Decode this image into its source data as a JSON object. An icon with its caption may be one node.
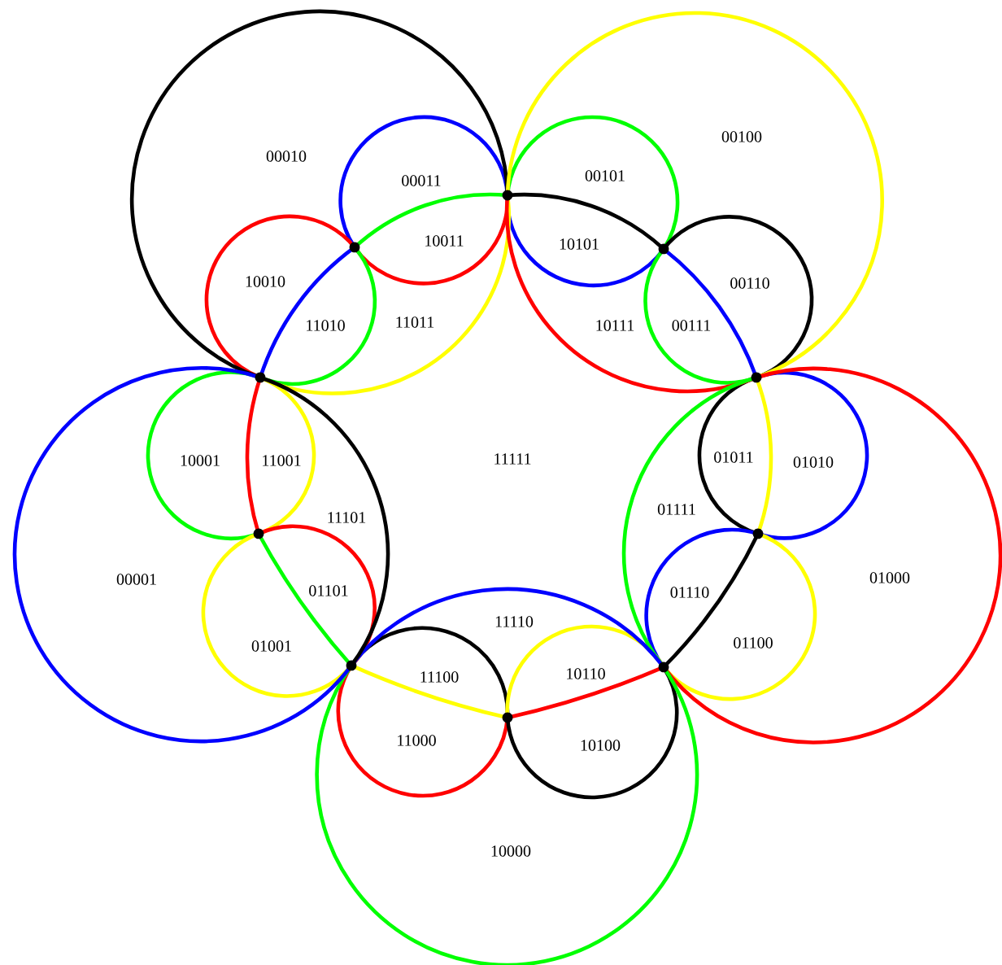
{
  "diagram": {
    "labels": [
      "00100",
      "00010",
      "00101",
      "00011",
      "10011",
      "10101",
      "10010",
      "00110",
      "11011",
      "11010",
      "10111",
      "00111",
      "11111",
      "10001",
      "11001",
      "01011",
      "01010",
      "01111",
      "11101",
      "01000",
      "00001",
      "01101",
      "01110",
      "11110",
      "01100",
      "01001",
      "10110",
      "11100",
      "11000",
      "10100",
      "10000"
    ]
  }
}
